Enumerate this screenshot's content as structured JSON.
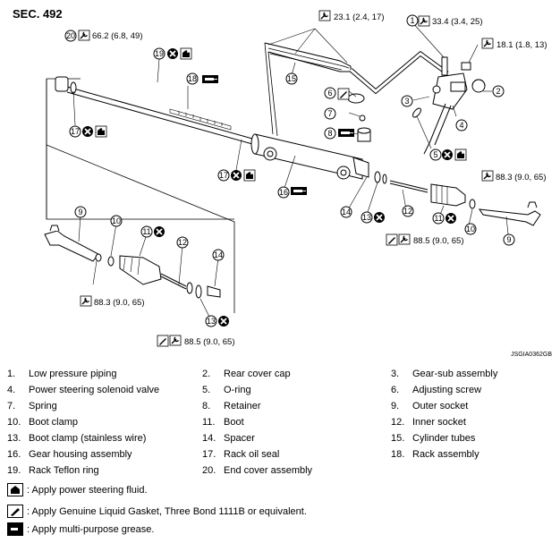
{
  "section": "SEC. 492",
  "image_code": "JSGIA0362GB",
  "callouts": [
    {
      "id": "1",
      "torque": "33.4 (3.4, 25)"
    },
    {
      "id": "20",
      "torque": "66.2 (6.8, 49)"
    },
    {
      "id": "top",
      "torque": "23.1 (2.4, 17)"
    },
    {
      "id": "3-right",
      "torque": "18.1 (1.8, 13)"
    },
    {
      "id": "9-right",
      "torque": "88.3 (9.0, 65)"
    },
    {
      "id": "12-right",
      "torque": "88.5 (9.0, 65)"
    },
    {
      "id": "9-left",
      "torque": "88.3 (9.0, 65)"
    },
    {
      "id": "12-left",
      "torque": "88.5 (9.0, 65)"
    }
  ],
  "parts": [
    {
      "num": "1.",
      "name": "Low pressure piping"
    },
    {
      "num": "2.",
      "name": "Rear cover cap"
    },
    {
      "num": "3.",
      "name": "Gear-sub assembly"
    },
    {
      "num": "4.",
      "name": "Power steering solenoid valve"
    },
    {
      "num": "5.",
      "name": "O-ring"
    },
    {
      "num": "6.",
      "name": "Adjusting screw"
    },
    {
      "num": "7.",
      "name": "Spring"
    },
    {
      "num": "8.",
      "name": "Retainer"
    },
    {
      "num": "9.",
      "name": "Outer socket"
    },
    {
      "num": "10.",
      "name": "Boot clamp"
    },
    {
      "num": "11.",
      "name": "Boot"
    },
    {
      "num": "12.",
      "name": "Inner socket"
    },
    {
      "num": "13.",
      "name": "Boot clamp (stainless wire)"
    },
    {
      "num": "14.",
      "name": "Spacer"
    },
    {
      "num": "15.",
      "name": "Cylinder tubes"
    },
    {
      "num": "16.",
      "name": "Gear housing assembly"
    },
    {
      "num": "17.",
      "name": "Rack oil seal"
    },
    {
      "num": "18.",
      "name": "Rack assembly"
    },
    {
      "num": "19.",
      "name": "Rack Teflon ring"
    },
    {
      "num": "20.",
      "name": "End cover assembly"
    }
  ],
  "notes": [
    {
      "icon": "fluid-icon",
      "text": ": Apply power steering fluid."
    },
    {
      "icon": "gasket-icon",
      "text": ": Apply Genuine Liquid Gasket, Three Bond 1111B or equivalent."
    },
    {
      "icon": "grease-icon",
      "text": ": Apply multi-purpose grease."
    }
  ]
}
